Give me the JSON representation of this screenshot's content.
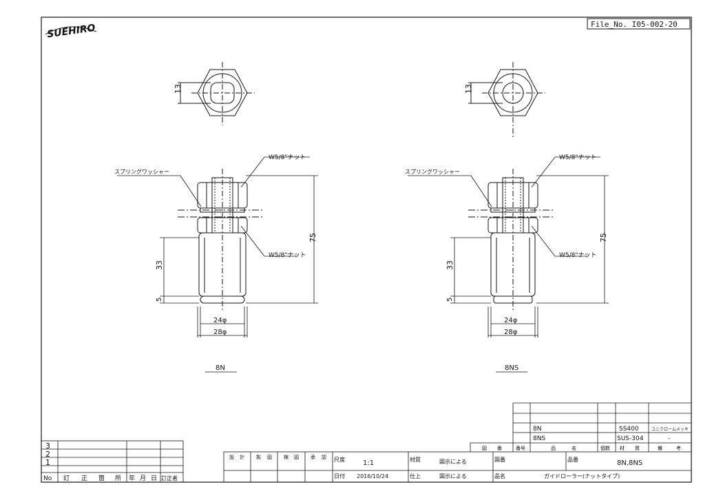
{
  "logo_text": "SUEHIRO",
  "file_no": "File_No. I05-002-20",
  "views": [
    {
      "hex_dim": "13",
      "spring_washer_label": "スプリングワッシャー",
      "top_nut_label": "W5/8\"ナット",
      "bottom_nut_label": "W5/8\"ナット",
      "dim_75": "75",
      "dim_33": "33",
      "dim_5": "5",
      "dim_24": "24φ",
      "dim_28": "28φ",
      "part_name": "8N"
    },
    {
      "hex_dim": "13",
      "spring_washer_label": "スプリングワッシャー",
      "top_nut_label": "W5/8\"ナット",
      "bottom_nut_label": "W5/8\"ナット",
      "dim_75": "75",
      "dim_33": "33",
      "dim_5": "5",
      "dim_24": "24φ",
      "dim_28": "28φ",
      "part_name": "8NS"
    }
  ],
  "parts_list": {
    "rows": [
      {
        "name": "8N",
        "material": "SS400",
        "note": "ユニクロームメッキ"
      },
      {
        "name": "8NS",
        "material": "SUS-304",
        "note": "-"
      }
    ],
    "headers": [
      "図",
      "番",
      "番号",
      "品",
      "名",
      "個数",
      "材",
      "質",
      "備",
      "考"
    ]
  },
  "revision_table": {
    "rows": [
      "3",
      "2",
      "1"
    ],
    "headers": [
      "No",
      "訂",
      "正",
      "箇",
      "所",
      "年",
      "月",
      "日",
      "訂正者"
    ]
  },
  "title_block": {
    "sign_labels": [
      "設",
      "計",
      "製",
      "図",
      "検",
      "図",
      "承",
      "認"
    ],
    "scale_label": "尺度",
    "scale_value": "1:1",
    "material_label": "材質",
    "material_value": "図示による",
    "drawing_no_label": "図番",
    "product_no_label": "品番",
    "product_no_value": "8N,8NS",
    "date_label": "日付",
    "date_value": "2016/10/24",
    "finish_label": "仕上",
    "finish_value": "図示による",
    "product_name_label": "品名",
    "product_name_value": "ガイドローラー(ナットタイプ)"
  }
}
